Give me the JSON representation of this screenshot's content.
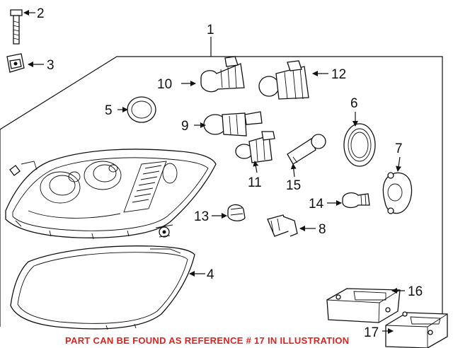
{
  "callouts": {
    "c1": "1",
    "c2": "2",
    "c3": "3",
    "c4": "4",
    "c5": "5",
    "c6": "6",
    "c7": "7",
    "c8": "8",
    "c9": "9",
    "c10": "10",
    "c11": "11",
    "c12": "12",
    "c13": "13",
    "c14": "14",
    "c15": "15",
    "c16": "16",
    "c17": "17"
  },
  "notice": "PART CAN BE FOUND AS REFERENCE # 17 IN ILLUSTRATION",
  "colors": {
    "notice": "#e0211c",
    "ink": "#111111"
  }
}
